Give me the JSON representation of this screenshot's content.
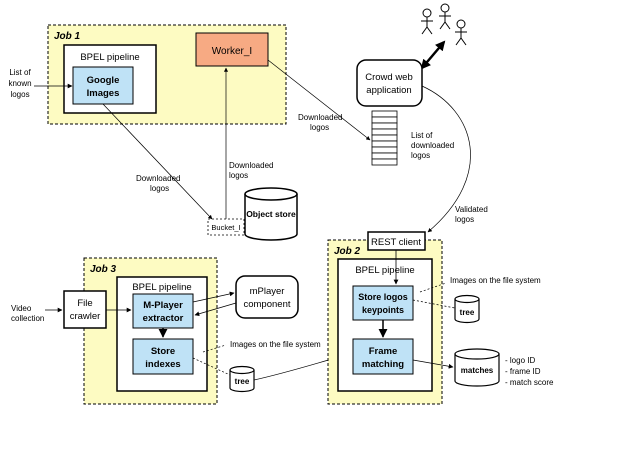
{
  "jobs": {
    "job1": {
      "title": "Job 1",
      "pipeline_label": "BPEL pipeline",
      "google_images": [
        "Google",
        "Images"
      ],
      "worker": "Worker_I"
    },
    "job2": {
      "title": "Job 2",
      "pipeline_label": "BPEL pipeline",
      "store_logos": [
        "Store logos",
        "keypoints"
      ],
      "frame_matching": [
        "Frame",
        "matching"
      ],
      "tree_label": "tree",
      "matches_label": "matches",
      "images_note": "Images on the file system",
      "match_fields": [
        "- logo ID",
        "- frame ID",
        "- match score"
      ]
    },
    "job3": {
      "title": "Job 3",
      "pipeline_label": "BPEL pipeline",
      "extractor": [
        "M-Player",
        "extractor"
      ],
      "store_indexes": [
        "Store",
        "indexes"
      ],
      "tree_label": "tree",
      "images_note": "Images on the file system"
    }
  },
  "external": {
    "crowd_app": [
      "Crowd web",
      "application"
    ],
    "rest_client": "REST client",
    "object_store": "Object store",
    "bucket": "Bucket_I",
    "mplayer": [
      "mPlayer",
      "component"
    ],
    "file_crawler": [
      "File",
      "crawler"
    ],
    "video_collection": [
      "Video",
      "collection"
    ],
    "known_logos": [
      "List of",
      "known",
      "logos"
    ]
  },
  "annotations": {
    "downloaded_logos_left": [
      "Downloaded",
      "logos"
    ],
    "downloaded_logos_mid": [
      "Downloaded",
      "logos"
    ],
    "downloaded_logos_right": [
      "Downloaded",
      "logos"
    ],
    "list_downloaded": [
      "List of",
      "downloaded",
      "logos"
    ],
    "validated_logos": [
      "Validated",
      "logos"
    ]
  },
  "colors": {
    "job_fill": "#fdfbc2",
    "process_fill": "#bfe2f6",
    "worker_fill": "#f7aa83"
  }
}
